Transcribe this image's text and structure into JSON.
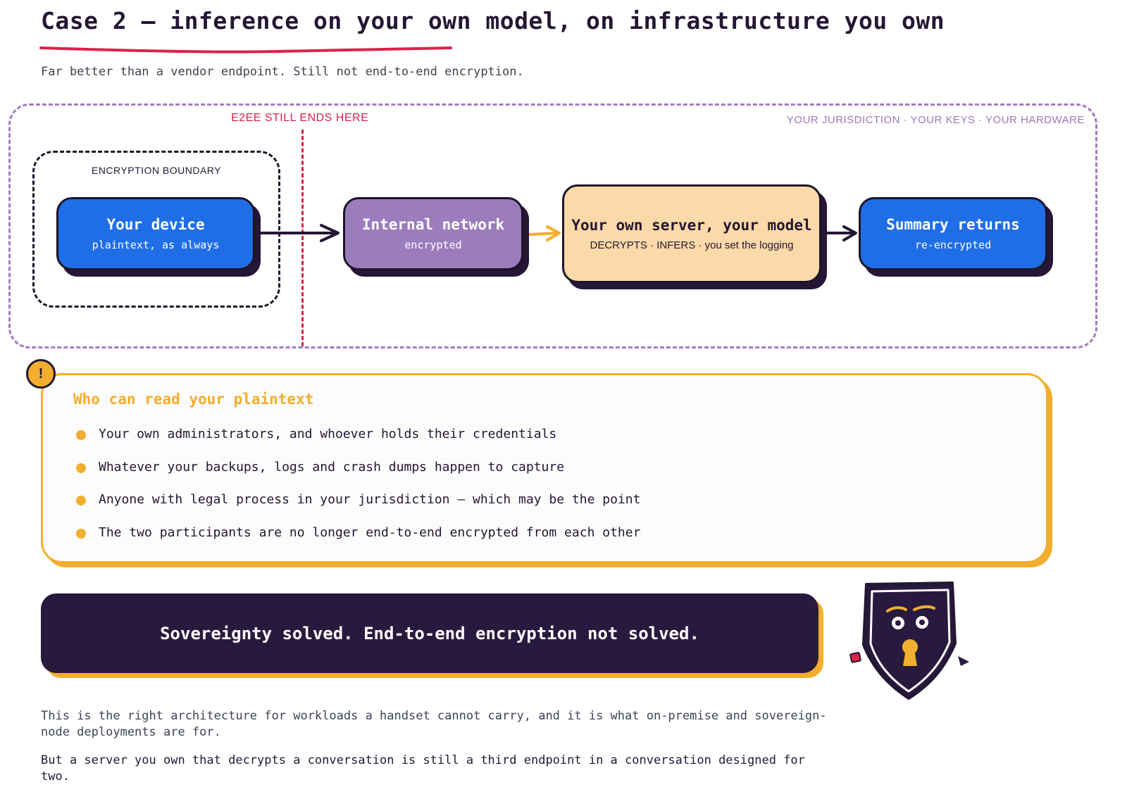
{
  "header": {
    "title": "Case 2 – inference on your own model, on infrastructure you own",
    "subtitle": "Far better than a vendor endpoint. Still not end-to-end encryption."
  },
  "diagram": {
    "region_tags": "YOUR JURISDICTION · YOUR KEYS · YOUR HARDWARE",
    "e2ee_label": "E2EE STILL ENDS HERE",
    "encryption_boundary_label": "ENCRYPTION BOUNDARY",
    "nodes": [
      {
        "title": "Your device",
        "subtitle": "plaintext, as always"
      },
      {
        "title": "Internal network",
        "subtitle": "encrypted"
      },
      {
        "title": "Your own server, your model",
        "subtitle": "DECRYPTS · INFERS · you set the logging"
      },
      {
        "title": "Summary returns",
        "subtitle": "re-encrypted"
      }
    ]
  },
  "callout": {
    "badge": "!",
    "title": "Who can read your plaintext",
    "items": [
      "Your own administrators, and whoever holds their credentials",
      "Whatever your backups, logs and crash dumps happen to capture",
      "Anyone with legal process in your jurisdiction – which may be the point",
      "The two participants are no longer end-to-end encrypted from each other"
    ]
  },
  "banner": {
    "text": "Sovereignty solved. End-to-end encryption not solved."
  },
  "body": {
    "paragraph1": "This is the right architecture for workloads a handset cannot carry, and it is what on-premise and sovereign-node deployments are for.",
    "paragraph2": "But a server you own that decrypts a conversation is still a third endpoint in a conversation designed for two."
  },
  "colors": {
    "ink": "#241733",
    "blue": "#1f6ee6",
    "purple": "#9b7cbd",
    "peach": "#fcd9a8",
    "amber": "#f2ae2e",
    "crimson": "#d8244a",
    "banner": "#281a3e"
  }
}
